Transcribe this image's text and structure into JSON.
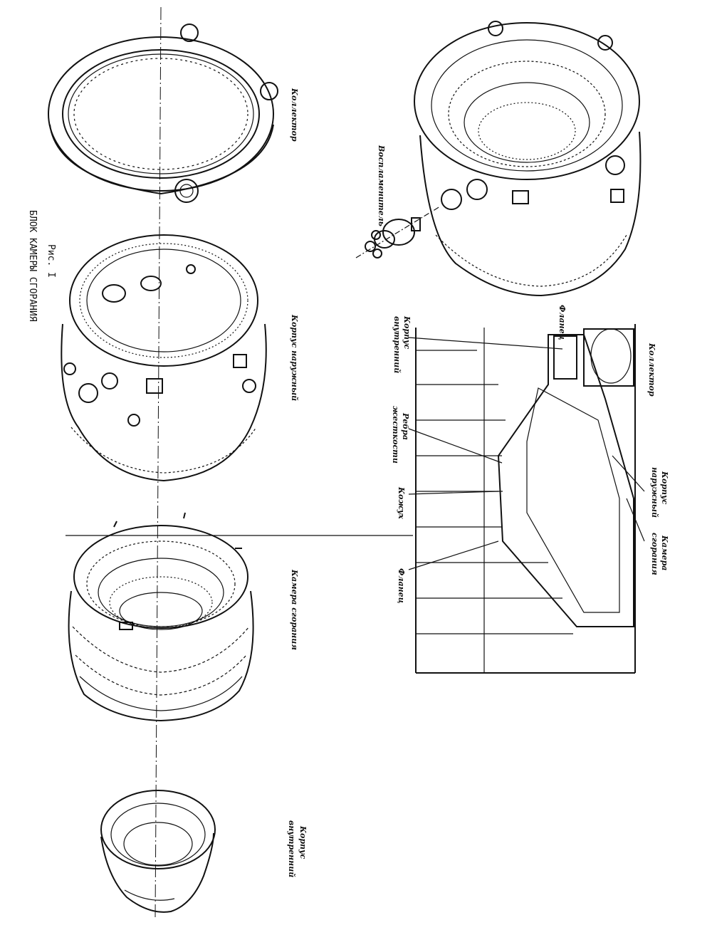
{
  "figure": {
    "title_line1": "БЛОК КАМЕРЫ СГОРАНИЯ",
    "title_line2": "Рис. I"
  },
  "parts": {
    "kollektor": "Коллектор",
    "korpus_naruzhny": "Корпус наружный",
    "kamera_sgoraniya": "Камера сгорания",
    "korpus_vnutr_1": "Корпус",
    "korpus_vnutr_2": "внутренний"
  },
  "assembly": {
    "vosplamenitel": "Воспламенитель"
  },
  "section_labels": {
    "kollektor": "Коллектор",
    "flanets_top": "Фланец",
    "korpus_vnutr_1": "Корпус",
    "korpus_vnutr_2": "внутренний",
    "rebra_1": "Ребра",
    "rebra_2": "жесткости",
    "kozhukh": "Кожух",
    "flanets_bottom": "Фланец",
    "korpus_nar_1": "Корпус",
    "korpus_nar_2": "наружный",
    "kamera_1": "Камера",
    "kamera_2": "сгорания"
  }
}
